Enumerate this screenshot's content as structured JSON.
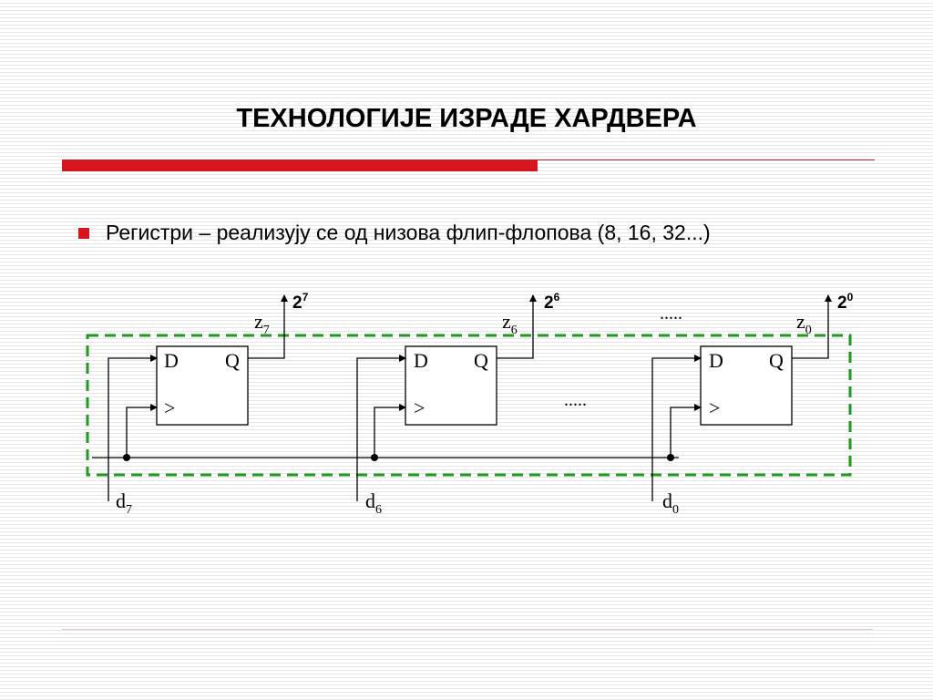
{
  "slide": {
    "title": "ТЕХНОЛОГИЈЕ ИЗРАДЕ ХАРДВЕРА",
    "bullet": "Регистри – реализују се од низова флип-флопова (8, 16, 32...)",
    "accent_color": "#d5161c"
  },
  "diagram": {
    "flip_flops": [
      {
        "d_label": "D",
        "q_label": "Q",
        "clk_label": ">",
        "out_name": "z",
        "out_sub": "7",
        "weight_base": "2",
        "weight_exp": "7",
        "in_name": "d",
        "in_sub": "7"
      },
      {
        "d_label": "D",
        "q_label": "Q",
        "clk_label": ">",
        "out_name": "z",
        "out_sub": "6",
        "weight_base": "2",
        "weight_exp": "6",
        "in_name": "d",
        "in_sub": "6"
      },
      {
        "d_label": "D",
        "q_label": "Q",
        "clk_label": ">",
        "out_name": "z",
        "out_sub": "0",
        "weight_base": "2",
        "weight_exp": "0",
        "in_name": "d",
        "in_sub": "0"
      }
    ],
    "ellipsis_top": ".....",
    "ellipsis_mid": ".....",
    "register_border_color": "#1e9a1e"
  }
}
